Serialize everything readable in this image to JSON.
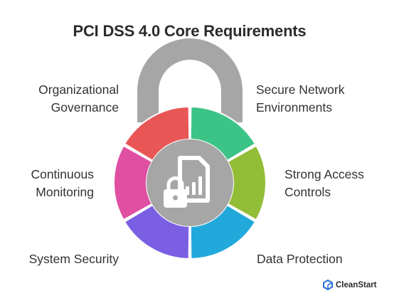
{
  "title": "PCI DSS 4.0 Core Requirements",
  "segments": [
    {
      "label_lines": [
        "Secure Network",
        "Environments"
      ],
      "color": "#3cc487"
    },
    {
      "label_lines": [
        "Strong Access",
        "Controls"
      ],
      "color": "#92bd36"
    },
    {
      "label_lines": [
        "Data Protection"
      ],
      "color": "#22a9dc"
    },
    {
      "label_lines": [
        "System Security"
      ],
      "color": "#7b5fe3"
    },
    {
      "label_lines": [
        "Continuous",
        "Monitoring"
      ],
      "color": "#df4fa2"
    },
    {
      "label_lines": [
        "Organizational",
        "Governance"
      ],
      "color": "#e85656"
    }
  ],
  "lock_color": "#a6a6a6",
  "center_color": "#a6a6a6",
  "center_icons": [
    "padlock-icon",
    "report-chart-icon"
  ],
  "brand": {
    "name": "CleanStart",
    "icon": "cube-logo-icon",
    "color": "#2a6fd6"
  }
}
